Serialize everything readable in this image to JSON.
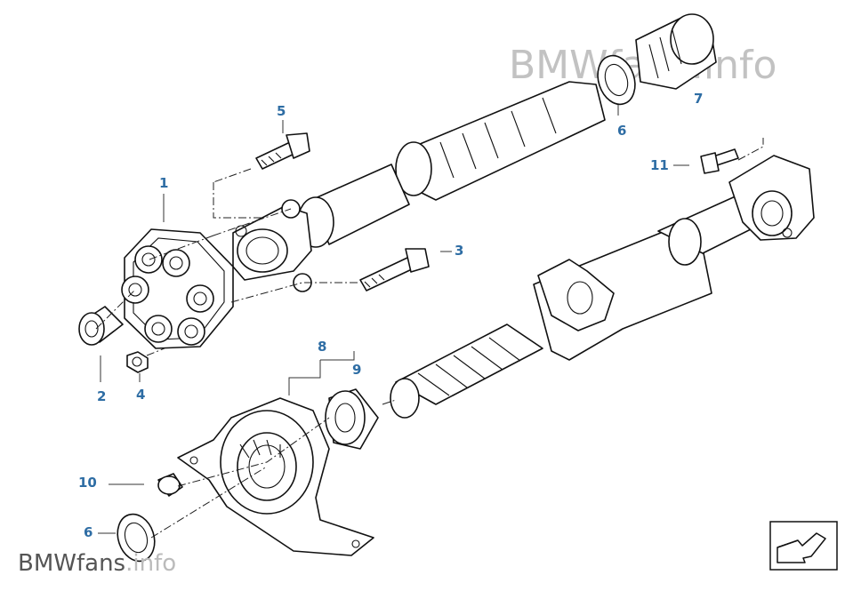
{
  "watermark": {
    "top": {
      "brand": "BMW",
      "fans": "fans",
      "info": ".info"
    },
    "bottom": {
      "brand": "BMW",
      "fans": "fans",
      "info": ".info"
    }
  },
  "colors": {
    "callout": "#2e6da4",
    "watermark": "#c2c2c2",
    "line": "#111111"
  },
  "callouts": [
    {
      "id": "1",
      "label": "1"
    },
    {
      "id": "2",
      "label": "2"
    },
    {
      "id": "3",
      "label": "3"
    },
    {
      "id": "4",
      "label": "4"
    },
    {
      "id": "5",
      "label": "5"
    },
    {
      "id": "6a",
      "label": "6"
    },
    {
      "id": "6b",
      "label": "6"
    },
    {
      "id": "7",
      "label": "7"
    },
    {
      "id": "8",
      "label": "8"
    },
    {
      "id": "9",
      "label": "9"
    },
    {
      "id": "10",
      "label": "10"
    },
    {
      "id": "11",
      "label": "11"
    }
  ],
  "nav_icon": "next-page-arrow-icon"
}
